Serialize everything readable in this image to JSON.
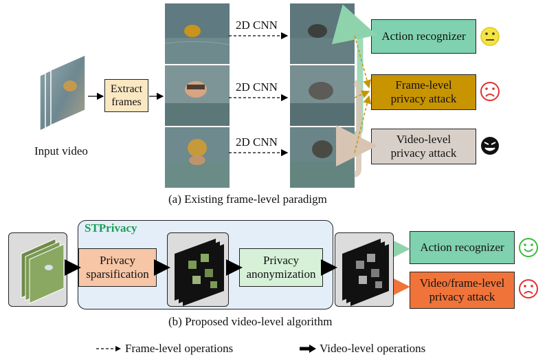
{
  "top": {
    "input_label": "Input video",
    "extract_label": "Extract frames",
    "cnn_labels": [
      "2D CNN",
      "2D CNN",
      "2D CNN"
    ],
    "outputs": [
      {
        "label": "Action recognizer",
        "fill": "#7fd1b0",
        "face": "neutral",
        "face_color": "#f5e341"
      },
      {
        "label": "Frame-level privacy attack",
        "fill": "#c89400",
        "face": "sad",
        "face_color": "#e03030"
      },
      {
        "label": "Video-level privacy attack",
        "fill": "#d8cfc8",
        "face": "devil",
        "face_color": "#111111"
      }
    ],
    "caption": "(a) Existing frame-level paradigm"
  },
  "bottom": {
    "panel_title": "STPrivacy",
    "sparsification_label": "Privacy sparsification",
    "anonymization_label": "Privacy anonymization",
    "outputs": [
      {
        "label": "Action recognizer",
        "fill": "#7fd1b0",
        "face": "happy",
        "face_color": "#3cbb3c"
      },
      {
        "label": "Video/frame-level privacy attack",
        "fill": "#f0743a",
        "face": "sad",
        "face_color": "#e03030"
      }
    ],
    "caption": "(b) Proposed video-level algorithm"
  },
  "legend": {
    "frame_ops": "Frame-level operations",
    "video_ops": "Video-level operations"
  },
  "colors": {
    "panel_fill": "#e3eef8",
    "panel_title": "#1f9e57",
    "sparsification_fill": "#f7c6a6",
    "anonymization_fill": "#d6f1d7",
    "extract_fill": "#fbe8c3",
    "green_arrow": "#8fd3ad",
    "orange_arrow": "#f0743a",
    "gold_arrow": "#c89400",
    "bracket_green": "#8fd3ad",
    "bracket_tan": "#d8c4b3"
  }
}
